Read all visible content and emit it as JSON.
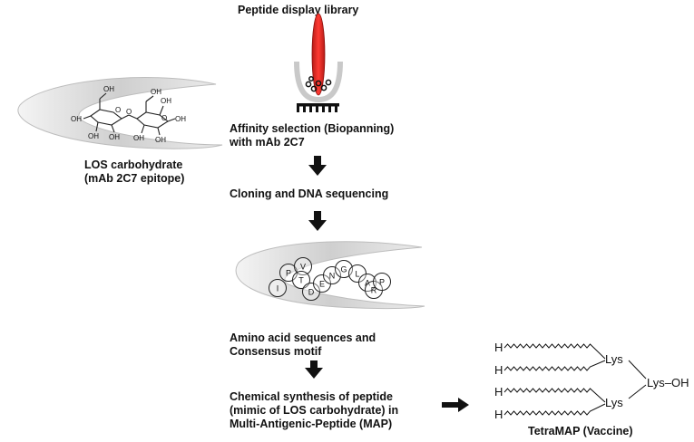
{
  "library": {
    "title": "Peptide display library"
  },
  "steps": {
    "affinity_line1": "Affinity selection  (Biopanning)",
    "affinity_line2": " with mAb 2C7",
    "cloning": "Cloning and DNA sequencing",
    "amino_line1": "Amino acid  sequences and",
    "amino_line2": "Consensus motif",
    "chem_line1": "Chemical synthesis of peptide",
    "chem_line2": "(mimic of LOS carbohydrate) in",
    "chem_line3": "Multi-Antigenic-Peptide (MAP)"
  },
  "los": {
    "line1": "LOS carbohydrate",
    "line2": "(mAb 2C7 epitope)"
  },
  "carbohydrate_labels": {
    "oh": "OH",
    "o": "O"
  },
  "peptide_residues": [
    "I",
    "P",
    "V",
    "T",
    "D",
    "E",
    "N",
    "G",
    "L",
    "A",
    "R",
    "P"
  ],
  "tetramap": {
    "h": "H",
    "lys": "Lys",
    "lys_oh": "Lys–OH",
    "caption": "TetraMAP (Vaccine)"
  },
  "colors": {
    "library_ellipse": "#e8302a",
    "arrow": "#111111",
    "crescent": "#c8c8c8"
  }
}
